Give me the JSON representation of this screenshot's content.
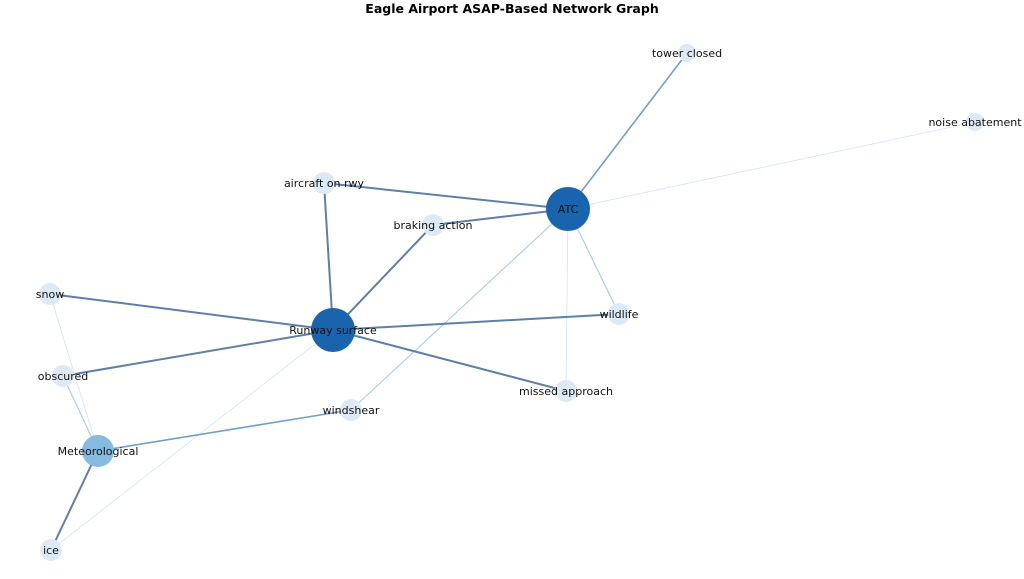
{
  "title": "Eagle Airport ASAP-Based Network Graph",
  "colors": {
    "hub": "#1a63ad",
    "mid": "#86bbdf",
    "leaf": "#dde9f5",
    "edge_strong": "#5e7fa8",
    "edge_medium": "#6f9fcb",
    "edge_light": "#a9cbe6",
    "edge_faint": "#d4e4f2"
  },
  "nodes": [
    {
      "id": "atc",
      "label": "ATC",
      "level": "hub"
    },
    {
      "id": "runway",
      "label": "Runway surface",
      "level": "hub"
    },
    {
      "id": "meteo",
      "label": "Meteorological",
      "level": "mid"
    },
    {
      "id": "tower",
      "label": "tower closed",
      "level": "leaf"
    },
    {
      "id": "noise",
      "label": "noise abatement",
      "level": "leaf"
    },
    {
      "id": "aircraft",
      "label": "aircraft on rwy",
      "level": "leaf"
    },
    {
      "id": "braking",
      "label": "braking action",
      "level": "leaf"
    },
    {
      "id": "snow",
      "label": "snow",
      "level": "leaf"
    },
    {
      "id": "wildlife",
      "label": "wildlife",
      "level": "leaf"
    },
    {
      "id": "obscured",
      "label": "obscured",
      "level": "leaf"
    },
    {
      "id": "missed",
      "label": "missed approach",
      "level": "leaf"
    },
    {
      "id": "windshear",
      "label": "windshear",
      "level": "leaf"
    },
    {
      "id": "ice",
      "label": "ice",
      "level": "leaf"
    }
  ],
  "edges": [
    {
      "source": "atc",
      "target": "tower",
      "strength": "medium"
    },
    {
      "source": "atc",
      "target": "noise",
      "strength": "faint"
    },
    {
      "source": "atc",
      "target": "aircraft",
      "strength": "strong"
    },
    {
      "source": "atc",
      "target": "braking",
      "strength": "strong"
    },
    {
      "source": "atc",
      "target": "wildlife",
      "strength": "light"
    },
    {
      "source": "atc",
      "target": "missed",
      "strength": "faint"
    },
    {
      "source": "atc",
      "target": "windshear",
      "strength": "light"
    },
    {
      "source": "runway",
      "target": "aircraft",
      "strength": "strong"
    },
    {
      "source": "runway",
      "target": "braking",
      "strength": "strong"
    },
    {
      "source": "runway",
      "target": "snow",
      "strength": "strong"
    },
    {
      "source": "runway",
      "target": "wildlife",
      "strength": "strong"
    },
    {
      "source": "runway",
      "target": "obscured",
      "strength": "strong"
    },
    {
      "source": "runway",
      "target": "missed",
      "strength": "strong"
    },
    {
      "source": "runway",
      "target": "ice",
      "strength": "faint"
    },
    {
      "source": "meteo",
      "target": "windshear",
      "strength": "medium"
    },
    {
      "source": "meteo",
      "target": "obscured",
      "strength": "light"
    },
    {
      "source": "meteo",
      "target": "snow",
      "strength": "faint"
    },
    {
      "source": "meteo",
      "target": "ice",
      "strength": "strong"
    }
  ]
}
